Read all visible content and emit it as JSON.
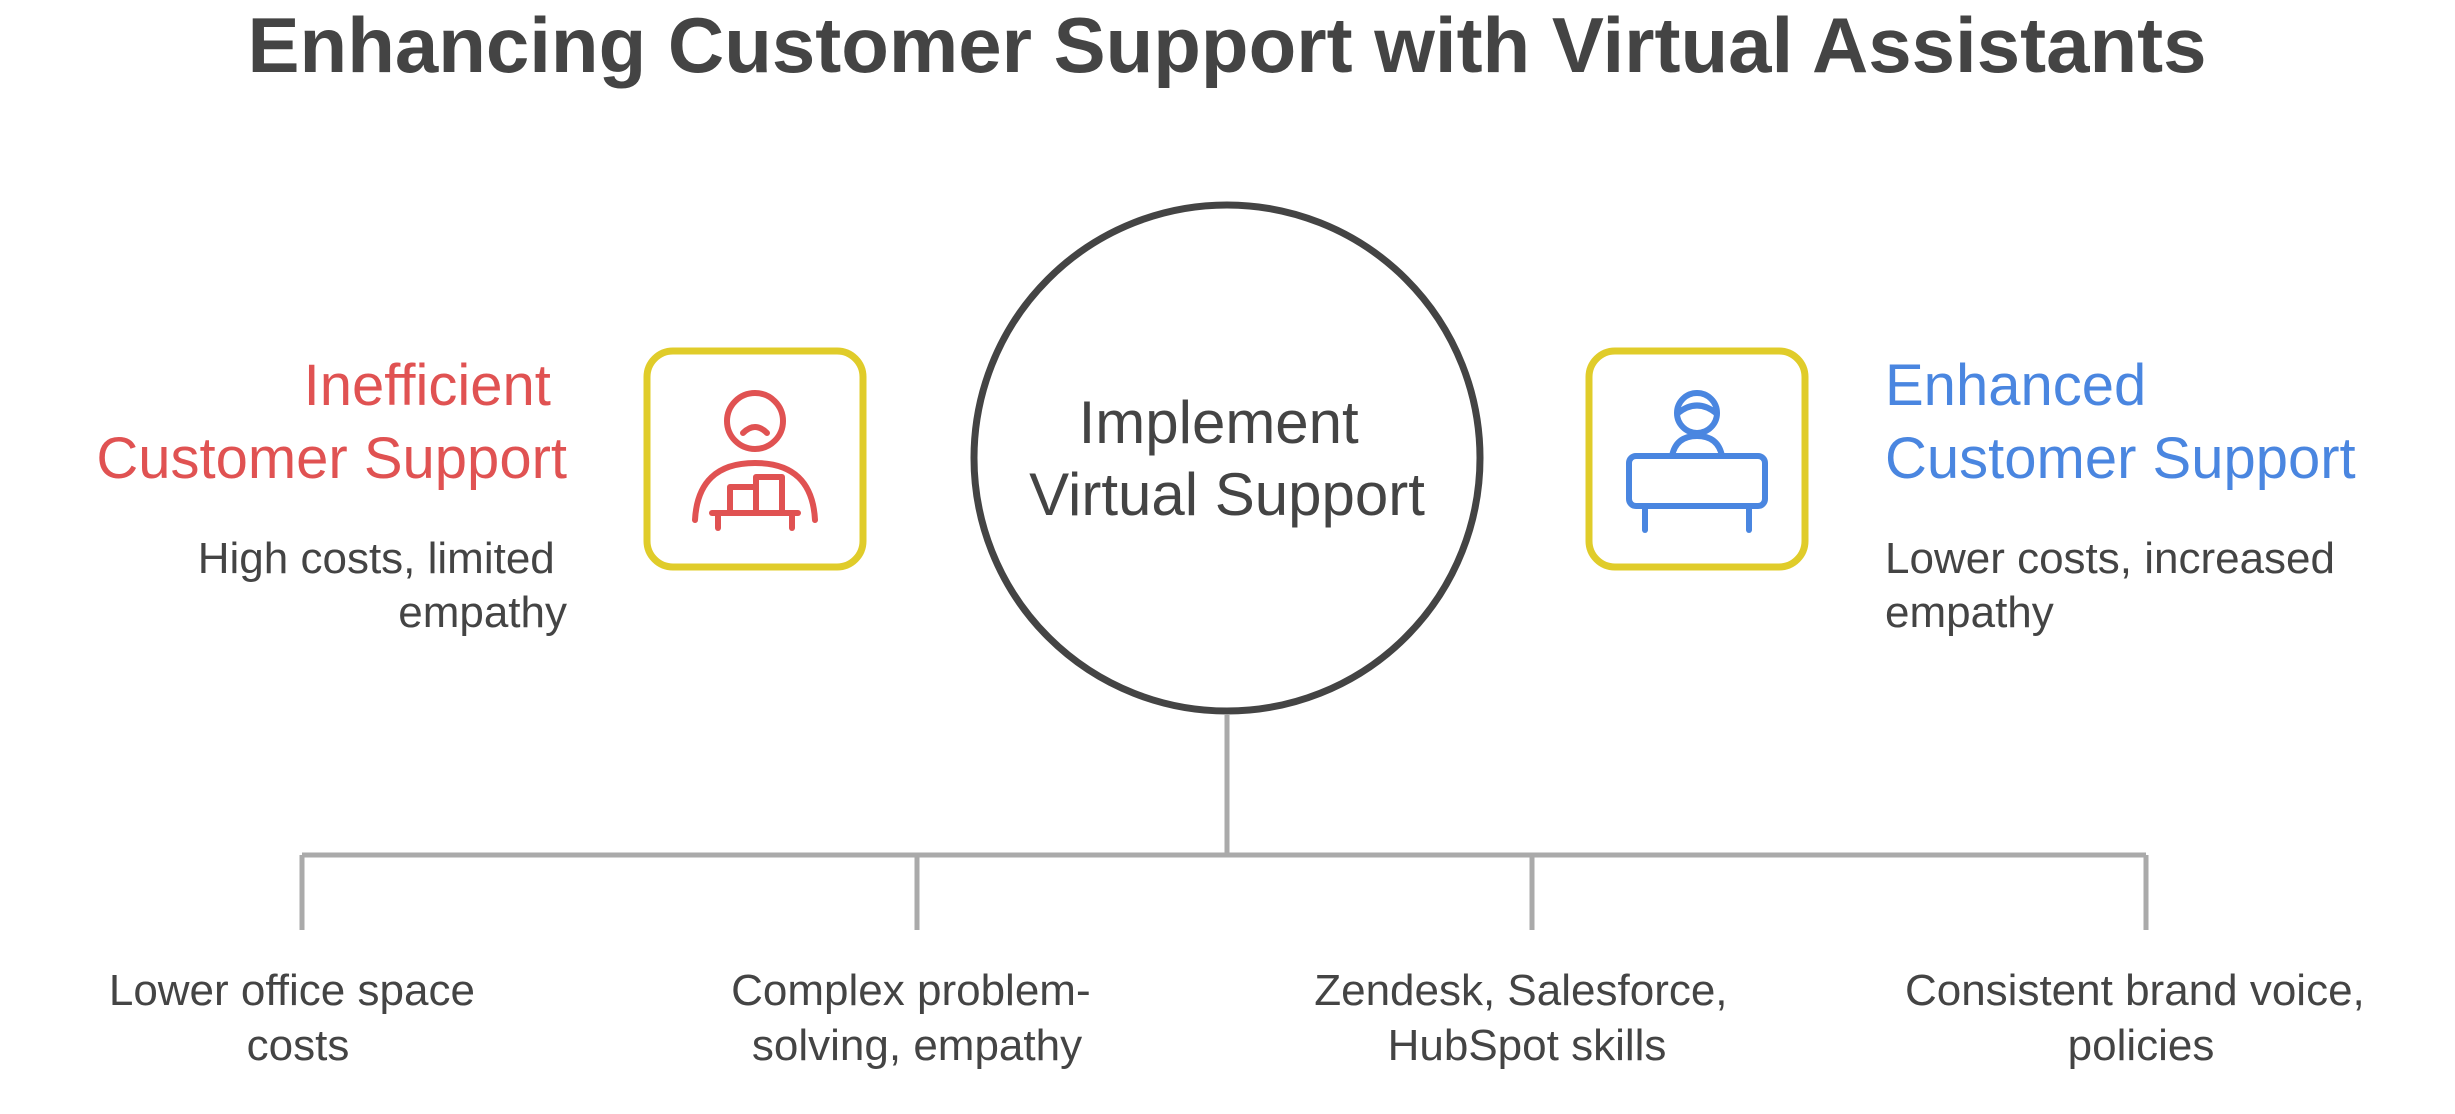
{
  "title": "Enhancing Customer Support with Virtual Assistants",
  "center": {
    "line1": "Implement",
    "line2": "Virtual Support"
  },
  "left": {
    "heading_line1": "Inefficient",
    "heading_line2": "Customer Support",
    "desc_line1": "High costs, limited",
    "desc_line2": "empathy",
    "icon": "frustrated-person-at-desk-icon",
    "color": "#e05252"
  },
  "right": {
    "heading_line1": "Enhanced",
    "heading_line2": "Customer Support",
    "desc_line1": "Lower costs, increased",
    "desc_line2": "empathy",
    "icon": "support-agent-at-desk-icon",
    "color": "#4a86e0"
  },
  "branches": [
    {
      "line1": "Lower office space",
      "line2": "costs"
    },
    {
      "line1": "Complex problem-",
      "line2": "solving, empathy"
    },
    {
      "line1": "Zendesk, Salesforce,",
      "line2": "HubSpot skills"
    },
    {
      "line1": "Consistent brand voice,",
      "line2": "policies"
    }
  ],
  "colors": {
    "text": "#444444",
    "icon_frame": "#e0cc2a",
    "connector": "#aaaaaa",
    "circle": "#444444"
  }
}
